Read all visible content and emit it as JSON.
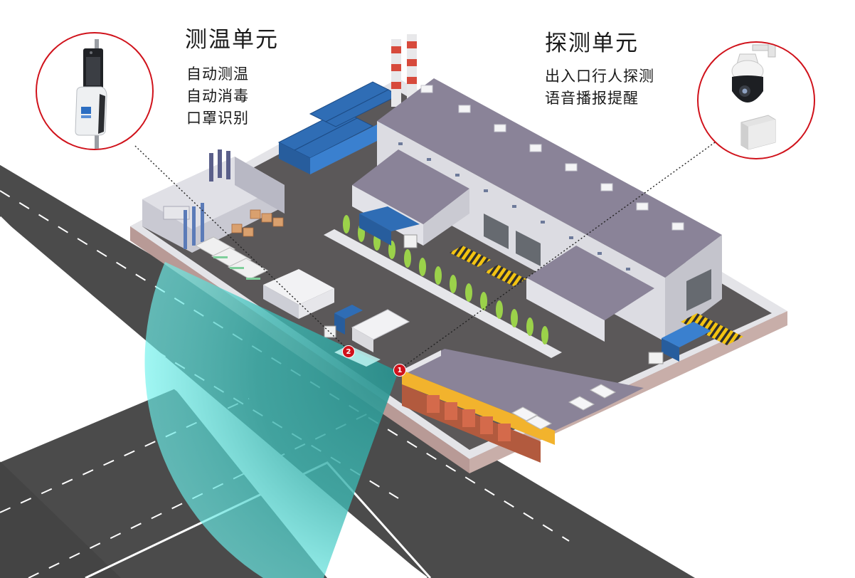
{
  "temp_unit": {
    "title": "测温单元",
    "features": [
      "自动测温",
      "自动消毒",
      "口罩识别"
    ]
  },
  "detect_unit": {
    "title": "探测单元",
    "features": [
      "出入口行人探测",
      "语音播报提醒"
    ]
  },
  "markers": {
    "detect": "1",
    "temp": "2"
  },
  "colors": {
    "accent_red": "#d0121b",
    "detection_zone": "#3fd9d6",
    "road": "#4a4a4a",
    "roof": "#8a8398",
    "wall": "#d9d9dd",
    "container_blue": "#2f6db5"
  },
  "icons": [
    "temperature-terminal-icon",
    "ptz-camera-icon",
    "radar-sensor-icon"
  ]
}
